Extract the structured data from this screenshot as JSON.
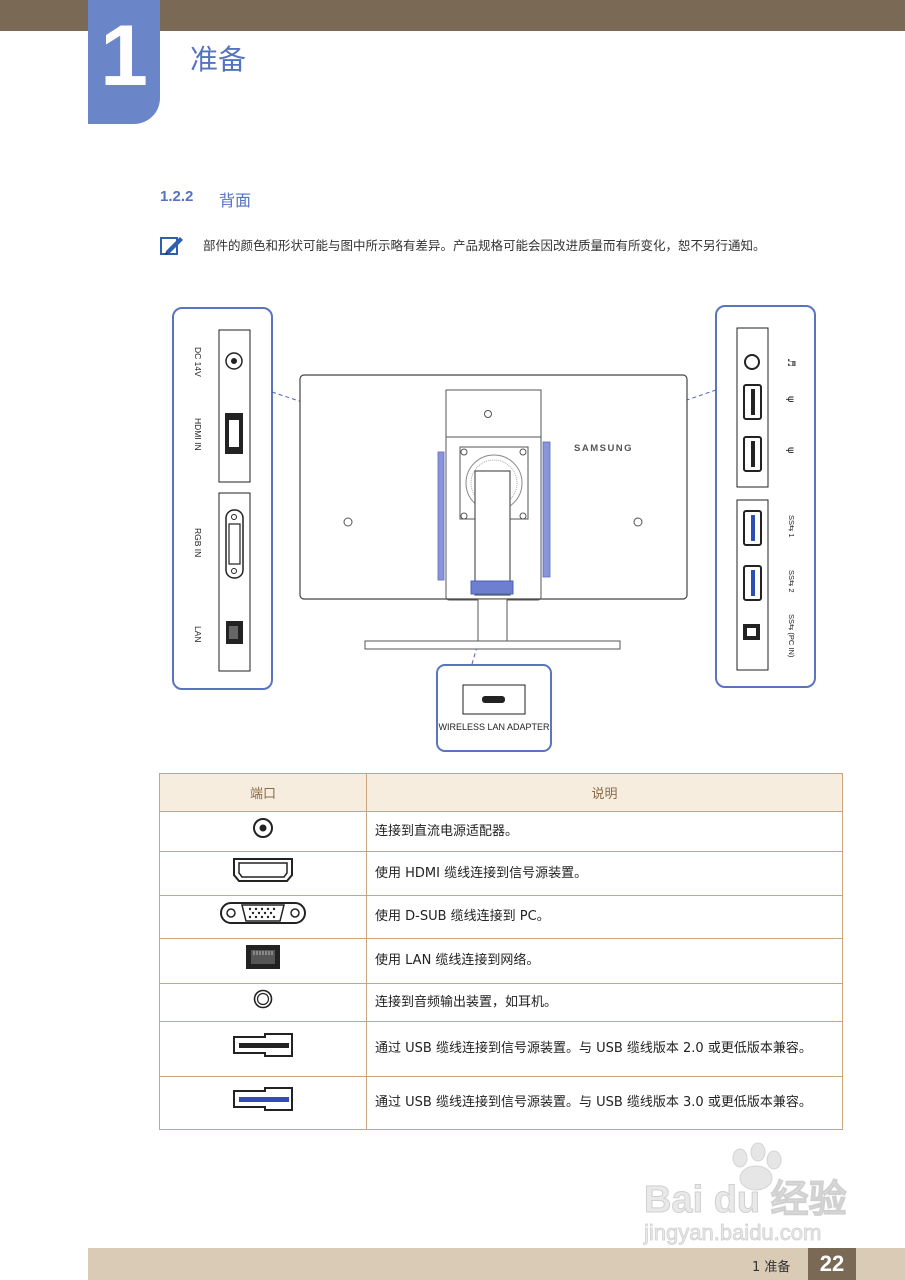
{
  "chapter": {
    "number": "1",
    "title": "准备"
  },
  "section": {
    "number": "1.2.2",
    "title": "背面"
  },
  "note": {
    "text": "部件的颜色和形状可能与图中所示略有差异。产品规格可能会因改进质量而有所变化，恕不另行通知。"
  },
  "diagram": {
    "left_panel_labels": [
      "DC 14V",
      "HDMI IN",
      "RGB IN",
      "LAN"
    ],
    "right_panel_labels": [
      "SS⇆ 1",
      "SS⇆ 2",
      "SS⇆ (PC IN)"
    ],
    "brand": "SAMSUNG",
    "bottom_label": "WIRELESS LAN ADAPTER"
  },
  "table": {
    "headers": [
      "端口",
      "说明"
    ],
    "rows": [
      {
        "icon": "dc-power-icon",
        "desc": "连接到直流电源适配器。"
      },
      {
        "icon": "hdmi-port-icon",
        "desc": "使用 HDMI 缆线连接到信号源装置。"
      },
      {
        "icon": "dsub-port-icon",
        "desc": "使用 D-SUB 缆线连接到 PC。"
      },
      {
        "icon": "lan-port-icon",
        "desc": "使用 LAN 缆线连接到网络。"
      },
      {
        "icon": "audio-out-icon",
        "desc": "连接到音频输出装置，如耳机。"
      },
      {
        "icon": "usb2-port-icon",
        "desc": "通过 USB 缆线连接到信号源装置。与 USB 缆线版本 2.0 或更低版本兼容。"
      },
      {
        "icon": "usb3-port-icon",
        "desc": "通过 USB 缆线连接到信号源装置。与 USB 缆线版本 3.0 或更低版本兼容。"
      }
    ]
  },
  "footer": {
    "label": "1 准备",
    "page": "22"
  },
  "watermark": {
    "brand": "Bai du 经验",
    "url": "jingyan.baidu.com"
  }
}
